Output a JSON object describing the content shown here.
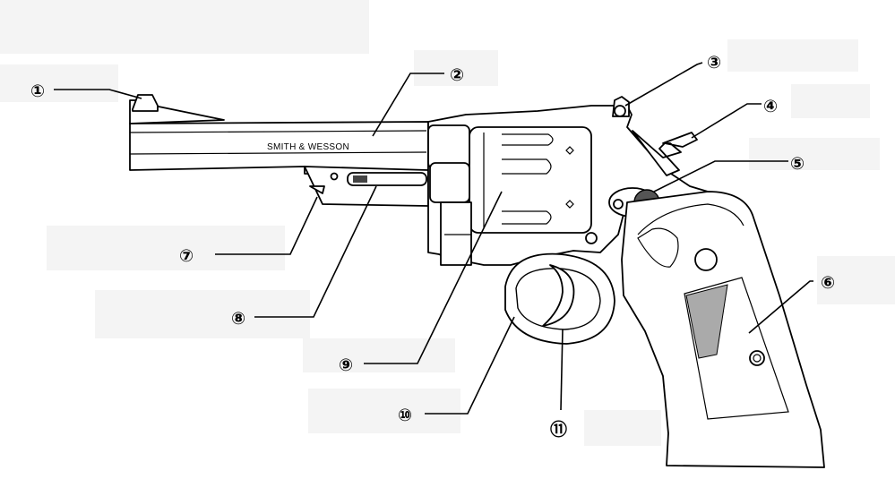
{
  "diagram": {
    "barrel_stamp": "SMITH & WESSON",
    "callouts": [
      {
        "id": "1",
        "label": "①",
        "answer": ""
      },
      {
        "id": "2",
        "label": "②",
        "answer": ""
      },
      {
        "id": "3",
        "label": "③",
        "answer": ""
      },
      {
        "id": "4",
        "label": "④",
        "answer": ""
      },
      {
        "id": "5",
        "label": "⑤",
        "answer": ""
      },
      {
        "id": "6",
        "label": "⑥",
        "answer": ""
      },
      {
        "id": "7",
        "label": "⑦",
        "answer": ""
      },
      {
        "id": "8",
        "label": "⑧",
        "answer": ""
      },
      {
        "id": "9",
        "label": "⑨",
        "answer": ""
      },
      {
        "id": "10",
        "label": "⑩",
        "answer": ""
      },
      {
        "id": "11",
        "label": "⑪",
        "answer": ""
      }
    ]
  }
}
